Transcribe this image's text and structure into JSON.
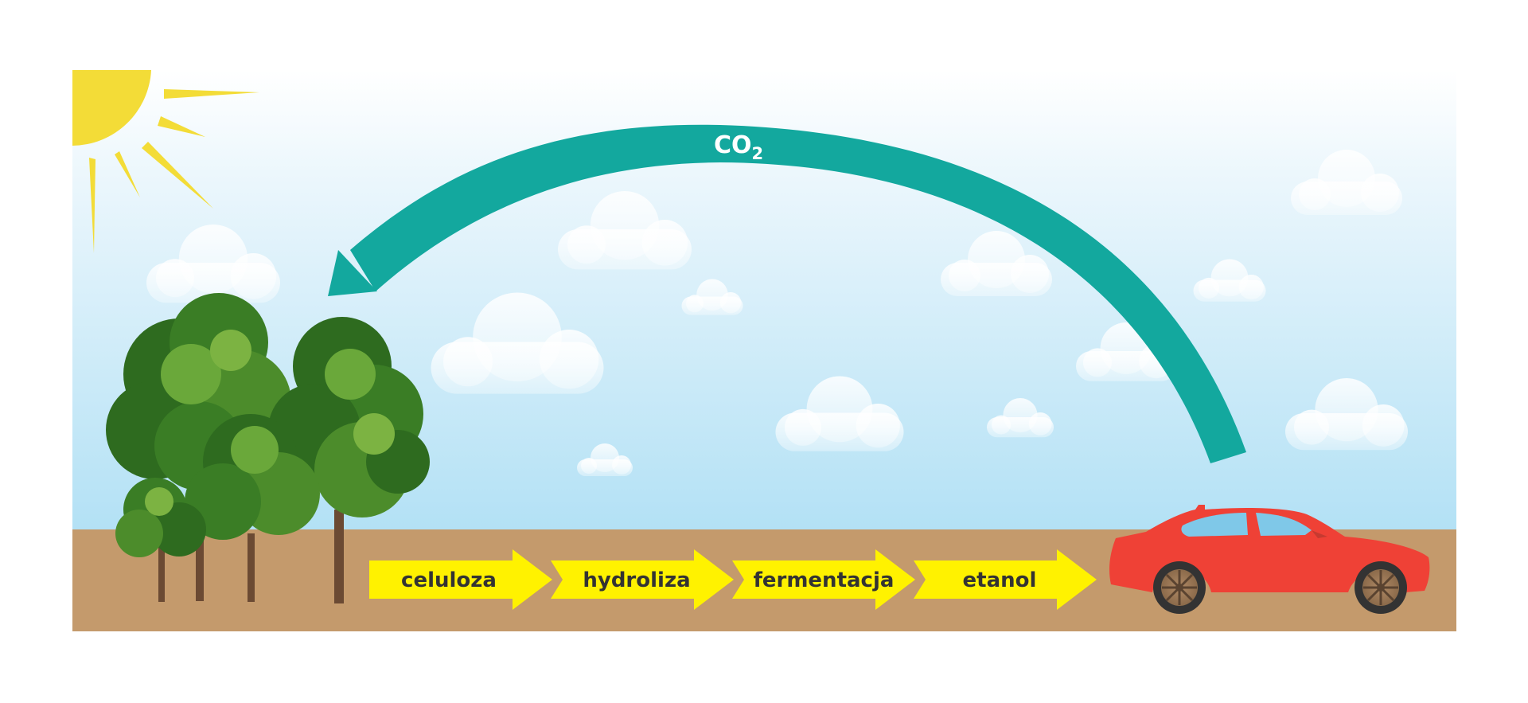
{
  "diagram": {
    "co2_label": {
      "main": "CO",
      "subscript": "2"
    },
    "process_steps": [
      {
        "label": "celuloza"
      },
      {
        "label": "hydroliza"
      },
      {
        "label": "fermentacja"
      },
      {
        "label": "etanol"
      }
    ],
    "icons": {
      "sun": "sun-icon",
      "trees": "trees-icon",
      "car": "car-icon",
      "clouds": "cloud-icon",
      "cycle_arrow": "curved-arrow-icon"
    },
    "colors": {
      "sky_top": "#ffffff",
      "sky_bottom": "#b3e1f5",
      "ground": "#c49a6c",
      "arrow": "#13a89e",
      "step_arrow": "#fff200",
      "sun": "#f3dc37",
      "car_body": "#ef4136",
      "foliage_dark": "#2e6b1f",
      "foliage_mid": "#4c8c2b",
      "foliage_light": "#7cb342"
    }
  }
}
